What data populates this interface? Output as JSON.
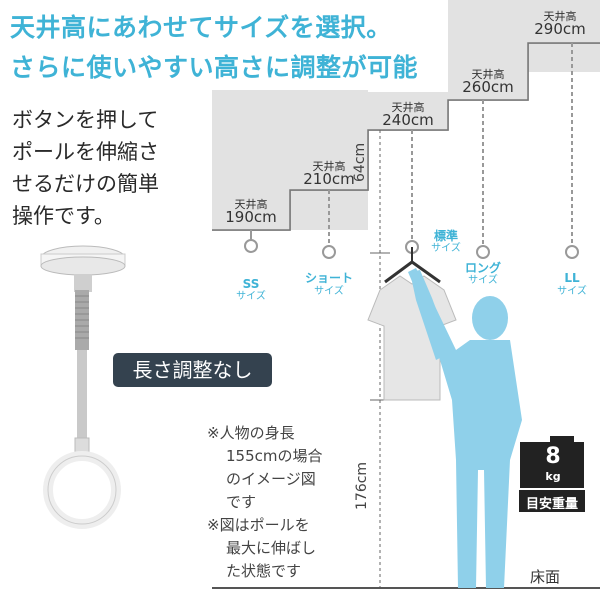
{
  "headline": {
    "line1": "天井高にあわせてサイズを選択。",
    "line2": "さらに使いやすい高さに調整が可能"
  },
  "description": {
    "line1": "ボタンを押して",
    "line2": "ポールを伸縮さ",
    "line3": "せるだけの簡単",
    "line4": "操作です。"
  },
  "ceiling_label": "天井高",
  "ceilings": [
    {
      "height": "190cm",
      "size_name": "SS",
      "size_sub": "サイズ"
    },
    {
      "height": "210cm",
      "size_name": "ショート",
      "size_sub": "サイズ"
    },
    {
      "height": "240cm",
      "size_name": "標準",
      "size_sub": "サイズ"
    },
    {
      "height": "260cm",
      "size_name": "ロング",
      "size_sub": "サイズ"
    },
    {
      "height": "290cm",
      "size_name": "LL",
      "size_sub": "サイズ"
    }
  ],
  "badge_no_adjust": "長さ調整なし",
  "dimensions": {
    "upper": "64cm",
    "lower": "176cm"
  },
  "notes": {
    "line1": "※人物の身長",
    "line2": "155cmの場合",
    "line3": "のイメージ図",
    "line4": "です",
    "line5": "※図はポールを",
    "line6": "最大に伸ばし",
    "line7": "た状態です"
  },
  "weight_badge": {
    "number": "8",
    "unit": "kg",
    "label": "目安重量"
  },
  "floor_label": "床面",
  "colors": {
    "accent": "#3fb3d6",
    "ceiling_gray": "#dcdcdc",
    "person": "#8fd0ea",
    "badge_dark": "#34424f"
  }
}
